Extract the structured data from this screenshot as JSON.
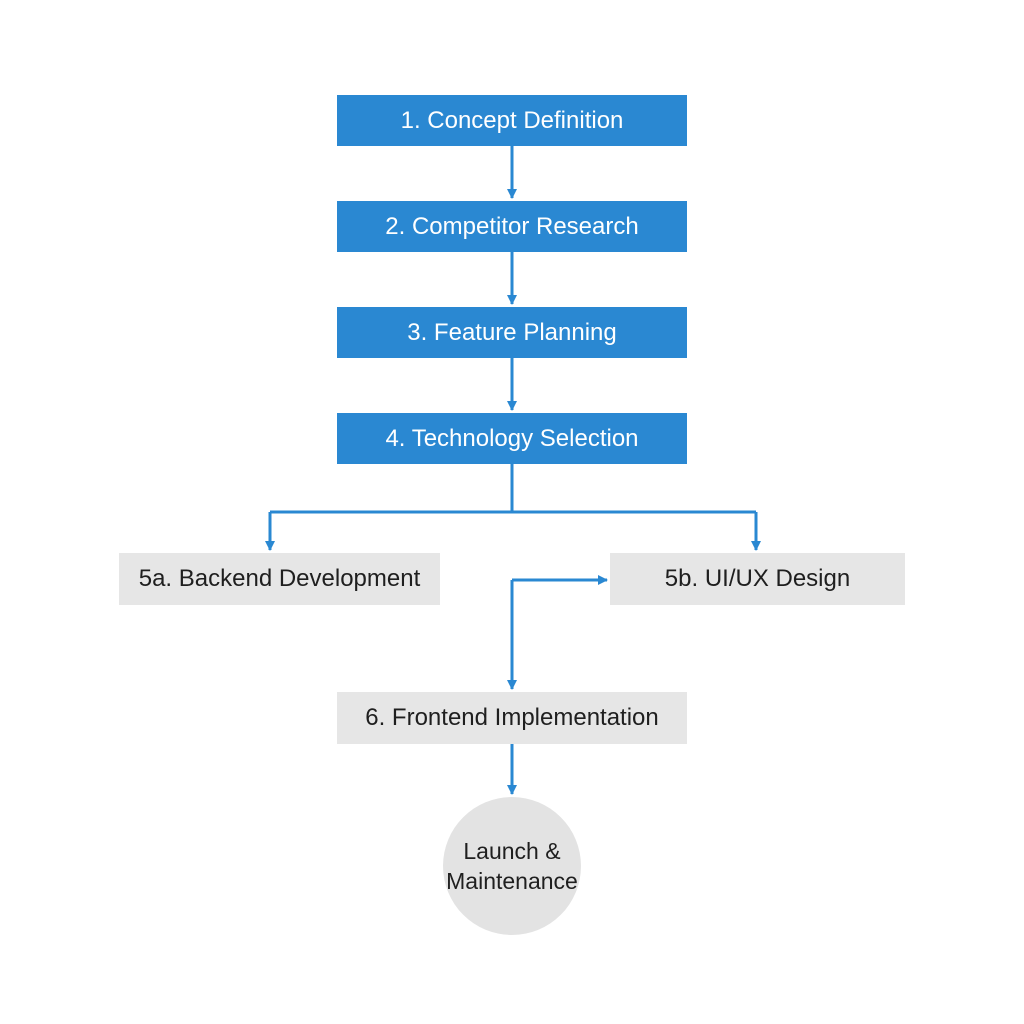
{
  "diagram": {
    "colors": {
      "primary_box": "#2a88d2",
      "secondary_box": "#e6e6e6",
      "connector": "#2a88d2"
    },
    "nodes": {
      "concept_definition": "1. Concept Definition",
      "competitor_research": "2. Competitor Research",
      "feature_planning": "3. Feature Planning",
      "technology_selection": "4. Technology Selection",
      "backend_development": "5a. Backend Development",
      "uiux_design": "5b. UI/UX Design",
      "frontend_implementation": "6. Frontend Implementation",
      "launch_line1": "Launch &",
      "launch_line2": "Maintenance"
    }
  }
}
